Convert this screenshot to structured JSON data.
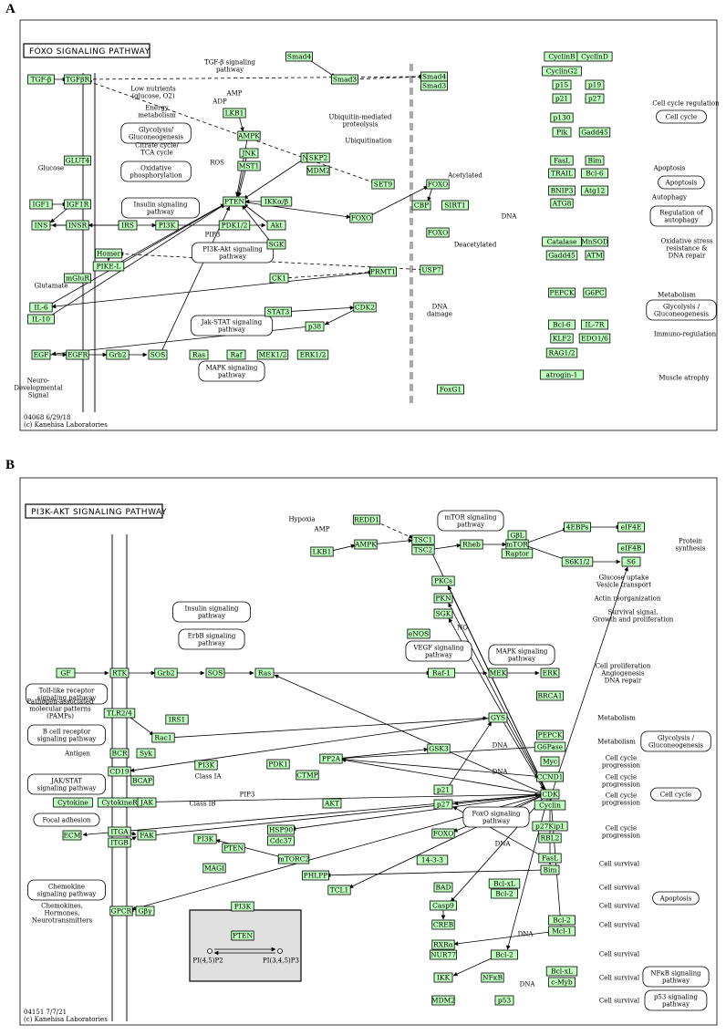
{
  "panels": [
    {
      "letter": "A",
      "title": "FOXO SIGNALING PATHWAY",
      "footer": [
        "04068 6/29/18",
        "(c) Kanehisa Laboratories"
      ],
      "genes": [
        [
          "TGF-β",
          45,
          87
        ],
        [
          "TGFβR",
          85,
          87
        ],
        [
          "Smad4",
          328,
          62
        ],
        [
          "Smad3",
          378,
          87
        ],
        [
          "Smad4",
          476,
          84
        ],
        [
          "Smad3",
          476,
          94
        ],
        [
          "LKB1",
          257,
          124
        ],
        [
          "AMPK",
          273,
          149
        ],
        [
          "JNK",
          273,
          168
        ],
        [
          "MST1",
          273,
          182
        ],
        [
          "NLK",
          340,
          173
        ],
        [
          "SKP2",
          349,
          173
        ],
        [
          "MDM2",
          349,
          187
        ],
        [
          "GLUT4",
          85,
          176
        ],
        [
          "SET9",
          420,
          202
        ],
        [
          "IGF1",
          45,
          224
        ],
        [
          "IGF1R",
          85,
          224
        ],
        [
          "IRS",
          140,
          247
        ],
        [
          "INS",
          45,
          247
        ],
        [
          "INSR",
          85,
          247
        ],
        [
          "PI3K",
          183,
          247
        ],
        [
          "PTEN",
          257,
          221
        ],
        [
          "PDK1/2",
          257,
          247
        ],
        [
          "IKKα/β",
          303,
          221
        ],
        [
          "Akt",
          303,
          247
        ],
        [
          "SGK",
          303,
          268
        ],
        [
          "FOXO",
          396,
          239
        ],
        [
          "FOXO",
          480,
          202
        ],
        [
          "CBP",
          462,
          225
        ],
        [
          "SIRT1",
          499,
          225
        ],
        [
          "FOXO",
          480,
          255
        ],
        [
          "USP7",
          473,
          296
        ],
        [
          "Homer",
          119,
          278
        ],
        [
          "PIKE-L",
          119,
          292
        ],
        [
          "mGluR",
          85,
          305
        ],
        [
          "CK1",
          306,
          305
        ],
        [
          "PRMT1",
          420,
          298
        ],
        [
          "IL-6",
          45,
          337
        ],
        [
          "IL-10",
          45,
          350
        ],
        [
          "STAT3",
          305,
          342
        ],
        [
          "CDK2",
          400,
          337
        ],
        [
          "p38",
          345,
          358
        ],
        [
          "EGF",
          45,
          389
        ],
        [
          "EGFR",
          85,
          389
        ],
        [
          "Grb2",
          129,
          389
        ],
        [
          "SOS",
          173,
          389
        ],
        [
          "Ras",
          218,
          389
        ],
        [
          "Raf",
          259,
          389
        ],
        [
          "MEK1/2",
          299,
          389
        ],
        [
          "ERK1/2",
          343,
          389
        ],
        [
          "FoxG1",
          494,
          427
        ],
        [
          "CyclinB",
          616,
          62
        ],
        [
          "CyclinD",
          652,
          62
        ],
        [
          "CyclinG2",
          616,
          78
        ],
        [
          "p15",
          616,
          93
        ],
        [
          "p19",
          652,
          93
        ],
        [
          "p21",
          616,
          108
        ],
        [
          "p27",
          652,
          108
        ],
        [
          "p130",
          616,
          129
        ],
        [
          "Plk",
          616,
          145
        ],
        [
          "Gadd45",
          652,
          145
        ],
        [
          "FasL",
          616,
          176
        ],
        [
          "Bim",
          652,
          176
        ],
        [
          "TRAIL",
          616,
          190
        ],
        [
          "Bcl-6",
          652,
          190
        ],
        [
          "BNIP3",
          616,
          209
        ],
        [
          "Atg12",
          652,
          209
        ],
        [
          "ATG8",
          616,
          223
        ],
        [
          "Catalase",
          616,
          265
        ],
        [
          "MnSOD",
          652,
          265
        ],
        [
          "Gadd45",
          616,
          280
        ],
        [
          "ATM",
          652,
          280
        ],
        [
          "PEPCK",
          616,
          321
        ],
        [
          "G6PC",
          652,
          321
        ],
        [
          "Bcl-6",
          616,
          356
        ],
        [
          "IL-7R",
          652,
          356
        ],
        [
          "KLF2",
          616,
          371
        ],
        [
          "EDO1/6",
          652,
          371
        ],
        [
          "RAG1/2",
          616,
          387
        ],
        [
          "atrogin-1",
          616,
          411
        ]
      ],
      "labels": [
        [
          "TGF-β signaling\npathway",
          252,
          72
        ],
        [
          "Low nutrients\n(glucose, O2)",
          168,
          101
        ],
        [
          "AMP",
          257,
          102
        ],
        [
          "ADP",
          241,
          111
        ],
        [
          "Energy\nmetabolism",
          172,
          122
        ],
        [
          "Glucose",
          56,
          184
        ],
        [
          "Citrate cycle/\nTCA cycle",
          172,
          163
        ],
        [
          "ROS",
          238,
          178
        ],
        [
          "Ubiquitin-mediated\nproteolysis",
          395,
          132
        ],
        [
          "Ubiquitination",
          404,
          154
        ],
        [
          "Acetylated",
          510,
          192
        ],
        [
          "Deacetylated",
          521,
          268
        ],
        [
          "DNA",
          558,
          237
        ],
        [
          "Glutamate",
          56,
          313
        ],
        [
          "DNA\ndamage",
          482,
          340
        ],
        [
          "Neuro-\nDevelopmental\nSignal",
          42,
          425
        ],
        [
          "Cell cycle regulation",
          752,
          113
        ],
        [
          "Apoptosis",
          734,
          184
        ],
        [
          "Autophagy",
          734,
          216
        ],
        [
          "Oxidative stress\nresistance &\nDNA repair",
          753,
          272
        ],
        [
          "Metabolism",
          742,
          323
        ],
        [
          "Immuno-regulation",
          751,
          366
        ],
        [
          "Muscle atrophy",
          750,
          414
        ],
        [
          "PIP3",
          233,
          257
        ]
      ],
      "pathways": [
        [
          "Glycolysis/\nGluconeogenesis",
          171,
          146
        ],
        [
          "Oxidative\nphosphorylation",
          171,
          188
        ],
        [
          "Insulin signaling\npathway",
          176,
          228
        ],
        [
          "PI3K-Akt signaling\npathway",
          255,
          277
        ],
        [
          "Jak-STAT signaling\npathway",
          254,
          357
        ],
        [
          "MAPK signaling\npathway",
          254,
          407
        ],
        [
          "Cell cycle",
          747,
          128
        ],
        [
          "Apoptosis",
          747,
          200
        ],
        [
          "Regulation of\nautophagy",
          747,
          237
        ],
        [
          "Glycolysis /\nGluconeogenesis",
          747,
          340
        ]
      ]
    },
    {
      "letter": "B",
      "title": "PI3K-AKT SIGNALING PATHWAY",
      "footer": [
        "04151 7/7/21",
        "(c) Kanehisa Laboratories"
      ],
      "genes": [
        [
          "REDD1",
          402,
          570
        ],
        [
          "TSC1",
          464,
          592
        ],
        [
          "TSC2",
          464,
          603
        ],
        [
          "LKB1",
          353,
          605
        ],
        [
          "AMPK",
          401,
          597
        ],
        [
          "Rheb",
          517,
          597
        ],
        [
          "GβL",
          567,
          587
        ],
        [
          "mTOR",
          567,
          597
        ],
        [
          "Raptor",
          567,
          607
        ],
        [
          "4EBPs",
          633,
          578
        ],
        [
          "eIF4E",
          692,
          578
        ],
        [
          "eIF4B",
          692,
          601
        ],
        [
          "S6K1/2",
          633,
          616
        ],
        [
          "S6",
          692,
          616
        ],
        [
          "PKCs",
          486,
          637
        ],
        [
          "PKN",
          486,
          656
        ],
        [
          "SGK",
          486,
          673
        ],
        [
          "eNOS",
          459,
          695
        ],
        [
          "GF",
          72,
          738
        ],
        [
          "RTK",
          131,
          738
        ],
        [
          "Grb2",
          182,
          738
        ],
        [
          "SOS",
          236,
          738
        ],
        [
          "Ras",
          290,
          738
        ],
        [
          "Raf-1",
          484,
          738
        ],
        [
          "MEK",
          546,
          738
        ],
        [
          "ERK",
          603,
          738
        ],
        [
          "BRCA1",
          603,
          763
        ],
        [
          "TLR2/4",
          131,
          782
        ],
        [
          "IRS1",
          194,
          789
        ],
        [
          "Rac1",
          179,
          809
        ],
        [
          "GYS",
          546,
          787
        ],
        [
          "BCR",
          131,
          826
        ],
        [
          "Syk",
          160,
          826
        ],
        [
          "CD19",
          131,
          846
        ],
        [
          "PI3K",
          226,
          839
        ],
        [
          "PDK1",
          305,
          838
        ],
        [
          "PP2A",
          363,
          832
        ],
        [
          "CTMP",
          337,
          850
        ],
        [
          "GSK3",
          481,
          821
        ],
        [
          "PEPCK",
          603,
          806
        ],
        [
          "G6Pase",
          603,
          819
        ],
        [
          "Myc",
          603,
          835
        ],
        [
          "BCAP",
          156,
          856
        ],
        [
          "CCND1",
          603,
          852
        ],
        [
          "Cytokine",
          80,
          880
        ],
        [
          "CytokineR",
          131,
          880
        ],
        [
          "JAK",
          161,
          880
        ],
        [
          "AKT",
          364,
          881
        ],
        [
          "p21",
          486,
          866
        ],
        [
          "CDK",
          603,
          871
        ],
        [
          "p27",
          486,
          882
        ],
        [
          "Cyclin",
          603,
          883
        ],
        [
          "ECM",
          79,
          916
        ],
        [
          "ITGA",
          131,
          912
        ],
        [
          "ITGB",
          131,
          924
        ],
        [
          "FAK",
          161,
          916
        ],
        [
          "HSP90",
          308,
          910
        ],
        [
          "Cdc37",
          308,
          922
        ],
        [
          "FOXO",
          486,
          914
        ],
        [
          "p27Kip1",
          603,
          906
        ],
        [
          "RBL2",
          603,
          919
        ],
        [
          "PI3K",
          225,
          920
        ],
        [
          "PTEN",
          256,
          930
        ],
        [
          "MAGI",
          235,
          952
        ],
        [
          "mTORC2",
          322,
          942
        ],
        [
          "14-3-3",
          474,
          943
        ],
        [
          "FasL",
          603,
          941
        ],
        [
          "Bim",
          603,
          954
        ],
        [
          "PHLPP",
          346,
          960
        ],
        [
          "TCL1",
          372,
          976
        ],
        [
          "BAD",
          486,
          973
        ],
        [
          "Bcl-xL",
          553,
          969
        ],
        [
          "Bcl-2",
          553,
          980
        ],
        [
          "GPCR",
          133,
          999
        ],
        [
          "Gβγ",
          159,
          999
        ],
        [
          "Casp9",
          486,
          993
        ],
        [
          "CREB",
          486,
          1014
        ],
        [
          "Bcl-2",
          616,
          1009
        ],
        [
          "Mcl-1",
          616,
          1021
        ],
        [
          "RXRα",
          486,
          1036
        ],
        [
          "NUR77",
          486,
          1047
        ],
        [
          "Bcl-2",
          553,
          1047
        ],
        [
          "IKK",
          486,
          1072
        ],
        [
          "NFκB",
          540,
          1072
        ],
        [
          "Bcl-xL",
          616,
          1065
        ],
        [
          "c-Myb",
          616,
          1077
        ],
        [
          "MDM2",
          486,
          1097
        ],
        [
          "p53",
          553,
          1097
        ],
        [
          "PI3K",
          266,
          994
        ],
        [
          "PTEN",
          266,
          1026
        ]
      ],
      "labels": [
        [
          "Hypoxia",
          331,
          569
        ],
        [
          "AMP",
          353,
          580
        ],
        [
          "NO",
          507,
          688
        ],
        [
          "DNA",
          548,
          817
        ],
        [
          "DNA",
          548,
          846
        ],
        [
          "DNA",
          551,
          925
        ],
        [
          "DNA",
          551,
          967
        ],
        [
          "DNA",
          576,
          1024
        ],
        [
          "DNA",
          578,
          1079
        ],
        [
          "Class IA",
          228,
          851
        ],
        [
          "Class IB",
          222,
          881
        ],
        [
          "PIP3",
          271,
          871
        ],
        [
          "Pathogen-associated\nmolecular patterns\n(PAMPs)",
          66,
          777
        ],
        [
          "Antigen",
          85,
          826
        ],
        [
          "Chemokines,\nHormones,\nNeurotransmitters",
          68,
          1001
        ],
        [
          "Protein\nsynthesis",
          757,
          597
        ],
        [
          "Glucose uptake\nVesicle transport",
          684,
          637
        ],
        [
          "Actin reorganization",
          688,
          656
        ],
        [
          "Survival signal,\nGrowth and proliferation",
          694,
          675
        ],
        [
          "Cell proliferation\nAngiogenesis\nDNA repair",
          683,
          738
        ],
        [
          "Metabolism",
          676,
          787
        ],
        [
          "Metabolism",
          676,
          813
        ],
        [
          "Cell cycle\nprogression",
          681,
          835
        ],
        [
          "Cell cycle\nprogression",
          681,
          856
        ],
        [
          "Cell cycle\nprogression",
          681,
          876
        ],
        [
          "Cell cycle\nprogression",
          681,
          912
        ],
        [
          "Cell survival",
          679,
          947
        ],
        [
          "Cell survival",
          679,
          973
        ],
        [
          "Cell survival",
          679,
          993
        ],
        [
          "Cell survival",
          679,
          1014
        ],
        [
          "Cell survival",
          679,
          1046
        ],
        [
          "Cell survival",
          679,
          1072
        ],
        [
          "Cell survival",
          679,
          1097
        ],
        [
          "PI(4,5)P2",
          228,
          1053
        ],
        [
          "PI(3,4,5)P3",
          308,
          1053
        ]
      ],
      "pathways": [
        [
          "mTOR signaling\npathway",
          516,
          571
        ],
        [
          "Insulin signaling\npathway",
          232,
          671
        ],
        [
          "ErbB signaling\npathway",
          232,
          701
        ],
        [
          "VEGF signaling\npathway",
          481,
          714
        ],
        [
          "MAPK signaling\npathway",
          572,
          718
        ],
        [
          "Toll-like receptor\nsignaling pathway",
          73,
          761
        ],
        [
          "B cell receptor\nsignaling pathway",
          73,
          806
        ],
        [
          "JAK/STAT\nsignaling pathway",
          73,
          860
        ],
        [
          "Focal adhesion",
          73,
          899
        ],
        [
          "FoxO signaling\npathway",
          544,
          896
        ],
        [
          "Chemokine\nsignaling pathway",
          73,
          976
        ],
        [
          "Glycolysis /\nGluconeogenesis",
          741,
          813
        ],
        [
          "Cell cycle",
          741,
          871
        ],
        [
          "Apoptosis",
          741,
          985
        ],
        [
          "NFκB signaling\npathway",
          741,
          1071
        ],
        [
          "p53 signaling\npathway",
          741,
          1097
        ]
      ]
    }
  ]
}
